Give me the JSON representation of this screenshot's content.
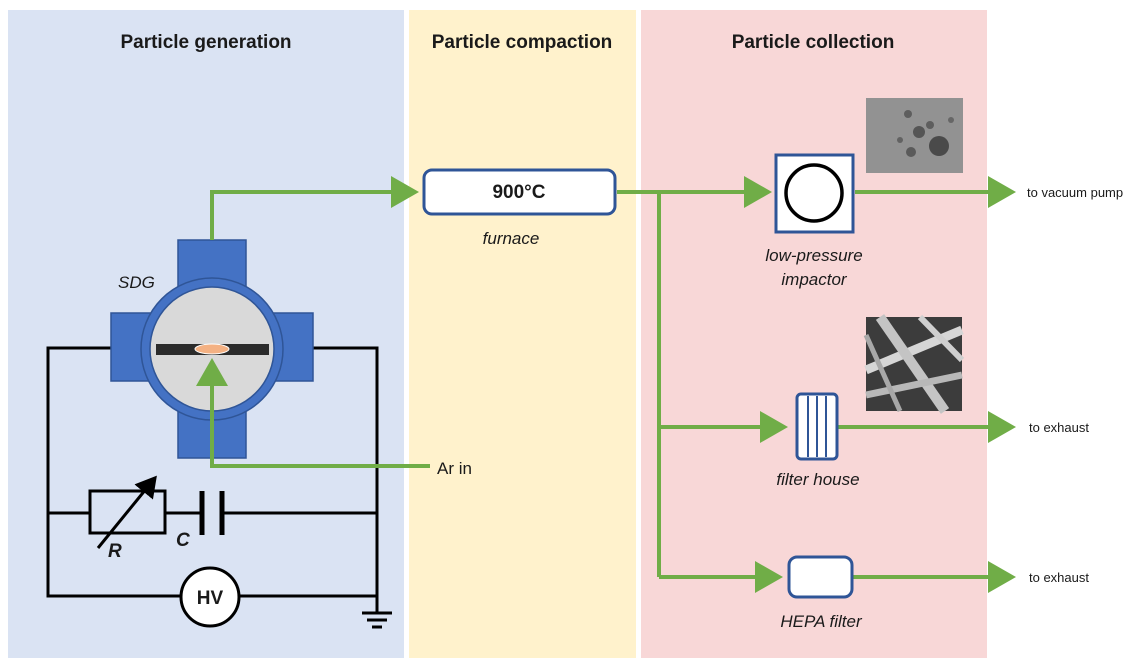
{
  "sections": {
    "generation": "Particle generation",
    "compaction": "Particle compaction",
    "collection": "Particle collection"
  },
  "labels": {
    "sdg": "SDG",
    "resistor": "R",
    "capacitor": "C",
    "hv": "HV",
    "ar_in": "Ar in",
    "furnace_temp": "900°C",
    "furnace": "furnace",
    "impactor_line1": "low-pressure",
    "impactor_line2": "impactor",
    "filter_house": "filter house",
    "hepa": "HEPA filter",
    "out_vacuum": "to vacuum pump",
    "out_exhaust_1": "to exhaust",
    "out_exhaust_2": "to exhaust"
  },
  "colors": {
    "generation_bg": "#dae3f3",
    "compaction_bg": "#fff2cc",
    "collection_bg": "#f8d7d7",
    "flow": "#70ad47",
    "block": "#4472c4",
    "outline": "#2f5597",
    "chamber": "#d9d9d9",
    "electrode": "#2b2b2b",
    "spark": "#f4b183",
    "wire": "#000000"
  }
}
